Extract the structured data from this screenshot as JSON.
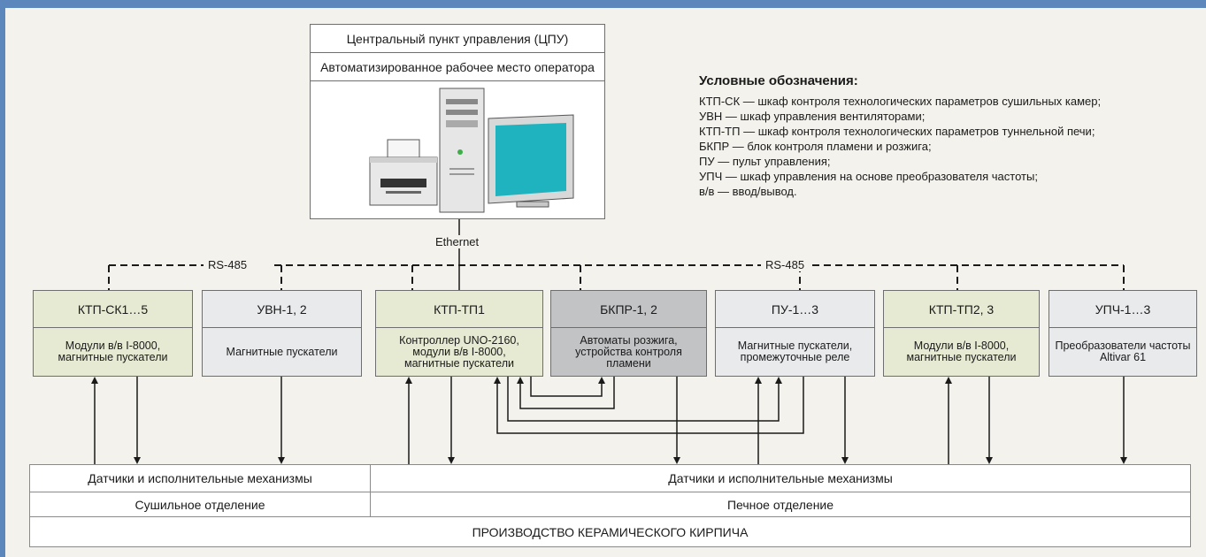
{
  "cpu": {
    "title": "Центральный пункт управления (ЦПУ)",
    "subtitle": "Автоматизированное рабочее место оператора"
  },
  "network": {
    "ethernet": "Ethernet",
    "rs485_left": "RS-485",
    "rs485_right": "RS-485"
  },
  "legend": {
    "title": "Условные обозначения:",
    "items": [
      "КТП-СК — шкаф контроля технологических параметров сушильных камер;",
      "УВН — шкаф управления вентиляторами;",
      "КТП-ТП — шкаф контроля технологических параметров туннельной печи;",
      "БКПР — блок контроля пламени и розжига;",
      "ПУ — пульт управления;",
      "УПЧ — шкаф управления на основе преобразователя частоты;",
      "в/в — ввод/вывод."
    ]
  },
  "devices": [
    {
      "name": "КТП-СК1…5",
      "desc": [
        "Модули в/в I-8000,",
        "магнитные пускатели"
      ],
      "fill": "#e6ead2"
    },
    {
      "name": "УВН-1, 2",
      "desc": [
        "Магнитные пускатели"
      ],
      "fill": "#e9eaec"
    },
    {
      "name": "КТП-ТП1",
      "desc": [
        "Контроллер UNO-2160,",
        "модули в/в I-8000,",
        "магнитные пускатели"
      ],
      "fill": "#e6ead2"
    },
    {
      "name": "БКПР-1, 2",
      "desc": [
        "Автоматы розжига,",
        "устройства контроля",
        "пламени"
      ],
      "fill": "#c2c3c5"
    },
    {
      "name": "ПУ-1…3",
      "desc": [
        "Магнитные пускатели,",
        "промежуточные реле"
      ],
      "fill": "#e9eaec"
    },
    {
      "name": "КТП-ТП2, 3",
      "desc": [
        "Модули в/в I-8000,",
        "магнитные пускатели"
      ],
      "fill": "#e6ead2"
    },
    {
      "name": "УПЧ-1…3",
      "desc": [
        "Преобразователи частоты",
        "Altivar 61"
      ],
      "fill": "#e9eaec"
    }
  ],
  "bottom": {
    "sensors_left": "Датчики и исполнительные механизмы",
    "sensors_right": "Датчики и исполнительные механизмы",
    "section_left": "Сушильное отделение",
    "section_right": "Печное отделение",
    "production": "ПРОИЗВОДСТВО КЕРАМИЧЕСКОГО КИРПИЧА"
  },
  "colors": {
    "frame": "#5b87bd",
    "background": "#f3f2ec",
    "green_box": "#e6ead2",
    "grey_box": "#e9eaec",
    "dark_box": "#c2c3c5",
    "monitor_screen": "#1fb3bf",
    "led": "#3fae49"
  },
  "icons": [
    "printer-icon",
    "pc-tower-icon",
    "monitor-icon"
  ]
}
